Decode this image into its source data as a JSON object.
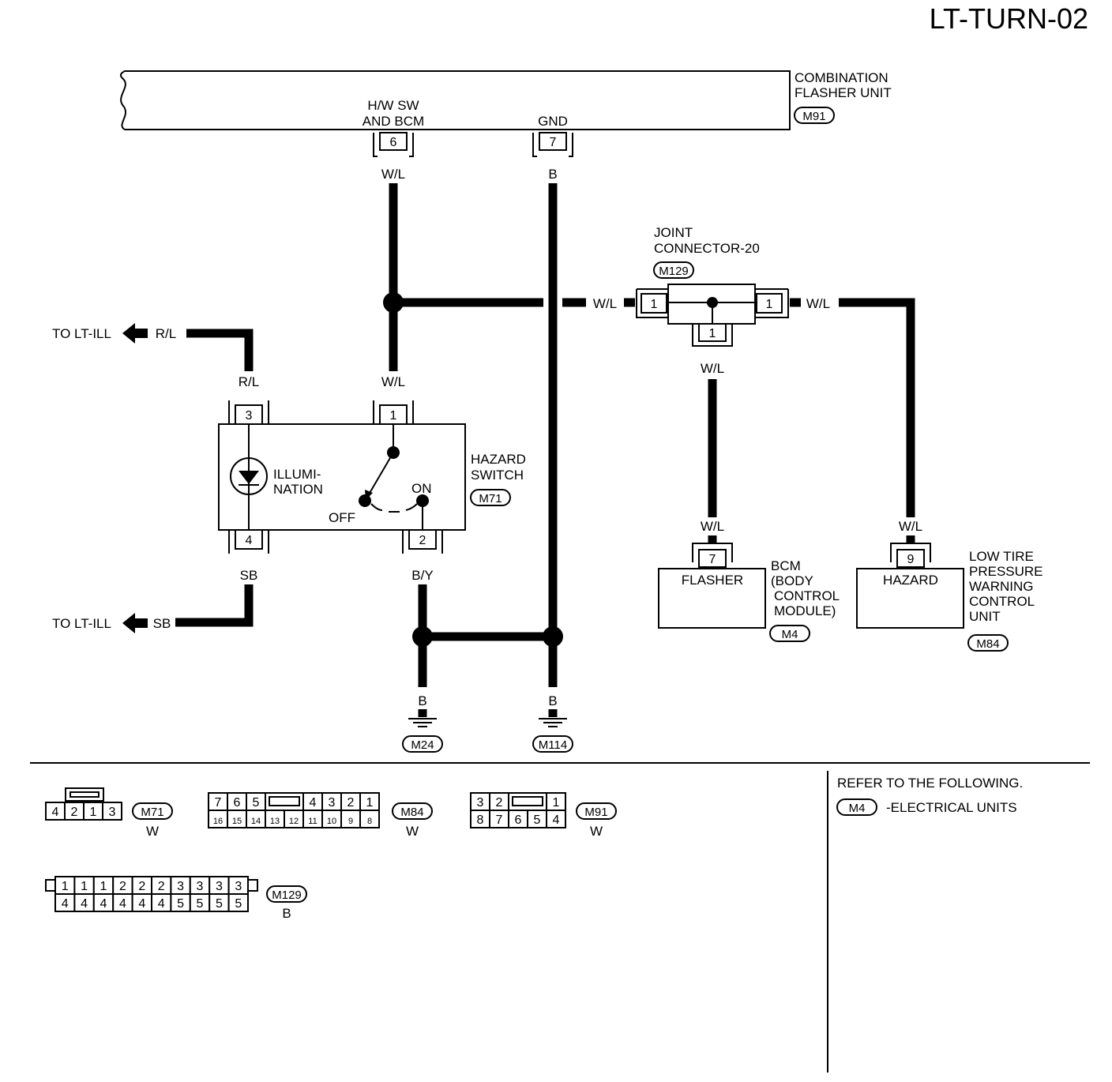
{
  "page_code": "LT-TURN-02",
  "combination_flasher_unit": {
    "name_line1": "COMBINATION",
    "name_line2": "FLASHER UNIT",
    "connector": "M91",
    "pin6_label_line1": "H/W SW",
    "pin6_label_line2": "AND BCM",
    "pin7_label": "GND",
    "pin6": "6",
    "pin7": "7"
  },
  "wire_colors": {
    "wl": "W/L",
    "b": "B",
    "rl": "R/L",
    "sb": "SB",
    "by": "B/Y"
  },
  "joint_connector": {
    "name_line1": "JOINT",
    "name_line2": "CONNECTOR-20",
    "connector": "M129",
    "pin": "1"
  },
  "hazard_switch": {
    "name_line1": "HAZARD",
    "name_line2": "SWITCH",
    "connector": "M71",
    "illum_line1": "ILLUMI-",
    "illum_line2": "NATION",
    "off_label": "OFF",
    "on_label": "ON",
    "pin1": "1",
    "pin2": "2",
    "pin3": "3",
    "pin4": "4"
  },
  "to_lt_ill": "TO LT-ILL",
  "bcm": {
    "pin": "7",
    "terminal": "FLASHER",
    "name_line1": "BCM",
    "name_line2": "(BODY",
    "name_line3": "CONTROL",
    "name_line4": "MODULE)",
    "connector": "M4"
  },
  "tpms": {
    "pin": "9",
    "terminal": "HAZARD",
    "name_line1": "LOW TIRE",
    "name_line2": "PRESSURE",
    "name_line3": "WARNING",
    "name_line4": "CONTROL",
    "name_line5": "UNIT",
    "connector": "M84"
  },
  "grounds": [
    "M24",
    "M114"
  ],
  "refer": {
    "text": "REFER TO THE FOLLOWING.",
    "connector": "M4",
    "item": "-ELECTRICAL UNITS"
  },
  "connector_faces": {
    "m71": {
      "code": "M71",
      "color": "W",
      "pins": [
        "4",
        "2",
        "1",
        "3"
      ]
    },
    "m84": {
      "code": "M84",
      "color": "W",
      "top": [
        "7",
        "6",
        "5",
        "4",
        "3",
        "2",
        "1"
      ],
      "bottom": [
        "16",
        "15",
        "14",
        "13",
        "12",
        "11",
        "10",
        "9",
        "8"
      ]
    },
    "m91": {
      "code": "M91",
      "color": "W",
      "top": [
        "3",
        "2",
        "1"
      ],
      "bottom": [
        "8",
        "7",
        "6",
        "5",
        "4"
      ]
    },
    "m129": {
      "code": "M129",
      "color": "B",
      "top": [
        "1",
        "1",
        "1",
        "2",
        "2",
        "2",
        "3",
        "3",
        "3",
        "3"
      ],
      "bottom": [
        "4",
        "4",
        "4",
        "4",
        "4",
        "4",
        "5",
        "5",
        "5",
        "5"
      ]
    }
  }
}
